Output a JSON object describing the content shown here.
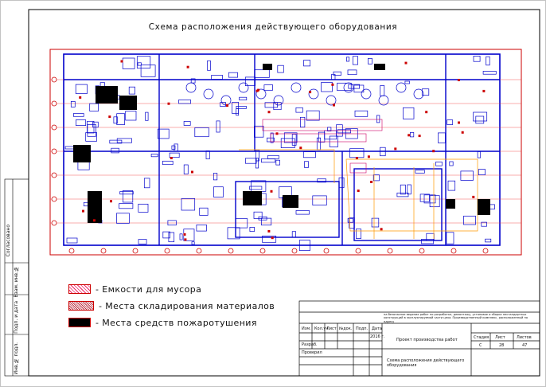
{
  "title": "Схема расположения действующего оборудования",
  "legend": [
    {
      "label": "- Емкости для мусора",
      "style": "hatch-light"
    },
    {
      "label": "- Места складирования материалов",
      "style": "hatch-dense"
    },
    {
      "label": "- Места средств пожаротушения",
      "style": "solid"
    }
  ],
  "side_labels": [
    "Согласовано",
    "Взам. инв.№",
    "Подп. и дата",
    "Инв.№ подл."
  ],
  "title_block": {
    "headers": [
      "Изм.",
      "Кол.уч",
      "Лист",
      "№док.",
      "Подп.",
      "Дата"
    ],
    "rows": [
      "Разраб.",
      "Проверил"
    ],
    "date": "2016 г.",
    "note": "на безопасное ведение работ по разработке, демонтажу, установке и сборке нестандартных конструкций в эксплуатируемой части цеха. Производственный комплекс, расположенный по адресу",
    "doc_title": "Проект производства работ",
    "sheet_title": "Схема расположения действующего оборудования",
    "col_headers": [
      "Стадия",
      "Лист",
      "Листов"
    ],
    "col_values": [
      "С",
      "28",
      "47"
    ]
  },
  "colors": {
    "frame": "#000000",
    "plan_line": "#0000cc",
    "fire": "#cc0000",
    "accent": "#ff9900"
  }
}
